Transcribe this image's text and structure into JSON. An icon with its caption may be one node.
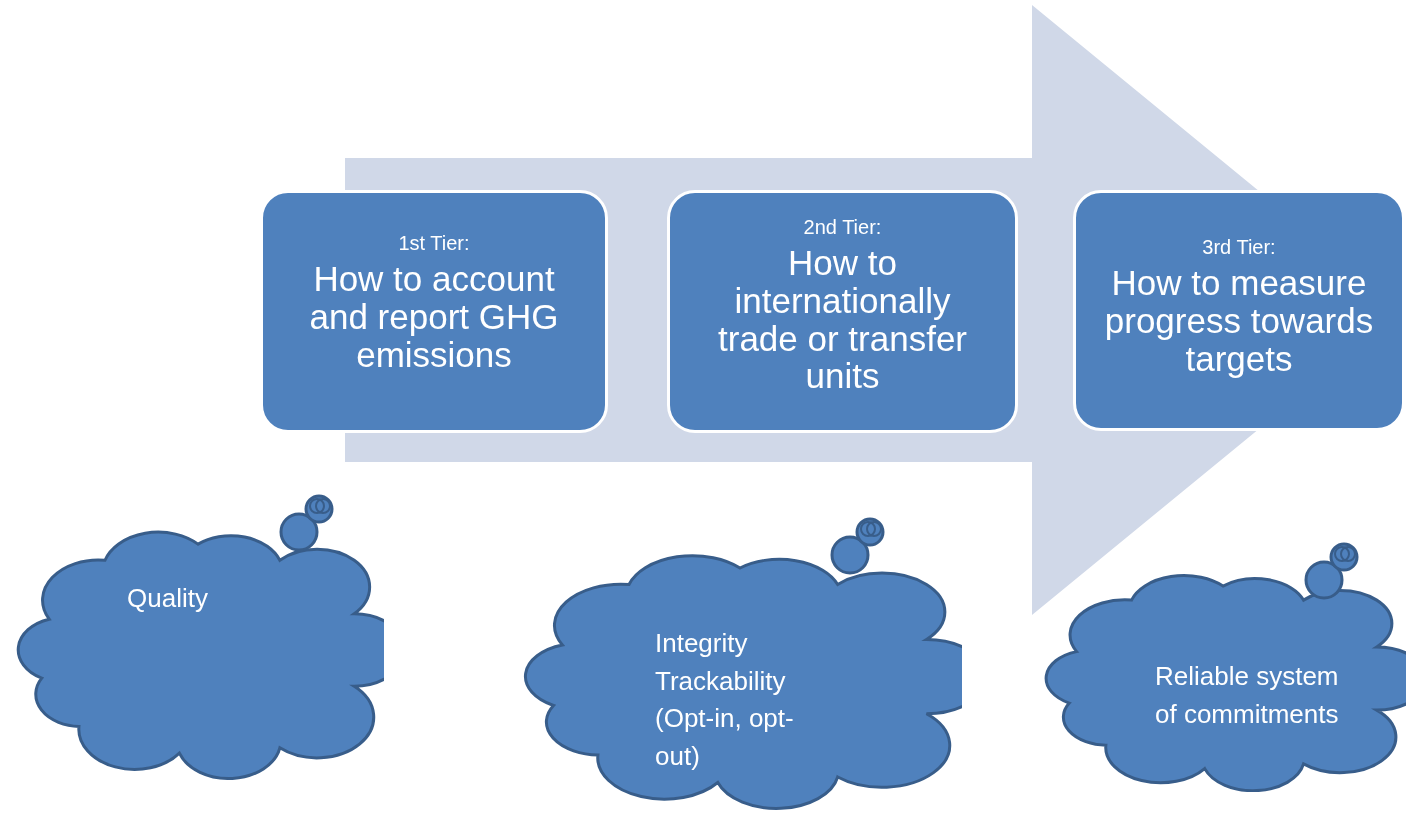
{
  "diagram": {
    "nodes": [
      {
        "text": [
          "1st Tier:",
          "How to account and report GHG emissions"
        ]
      },
      {
        "text": [
          "2nd Tier:",
          "How to internationally trade or transfer units"
        ]
      },
      {
        "text": [
          "3rd Tier:",
          "How to measure progress towards targets"
        ]
      },
      {
        "text": [
          "Quality"
        ]
      },
      {
        "text": [
          "Integrity",
          "Trackability (Opt-in, opt-out)"
        ]
      },
      {
        "text": [
          "Reliable system of commitments"
        ]
      }
    ],
    "edges": [
      {
        "from": 0,
        "to": 2,
        "arrow": "to"
      }
    ]
  }
}
